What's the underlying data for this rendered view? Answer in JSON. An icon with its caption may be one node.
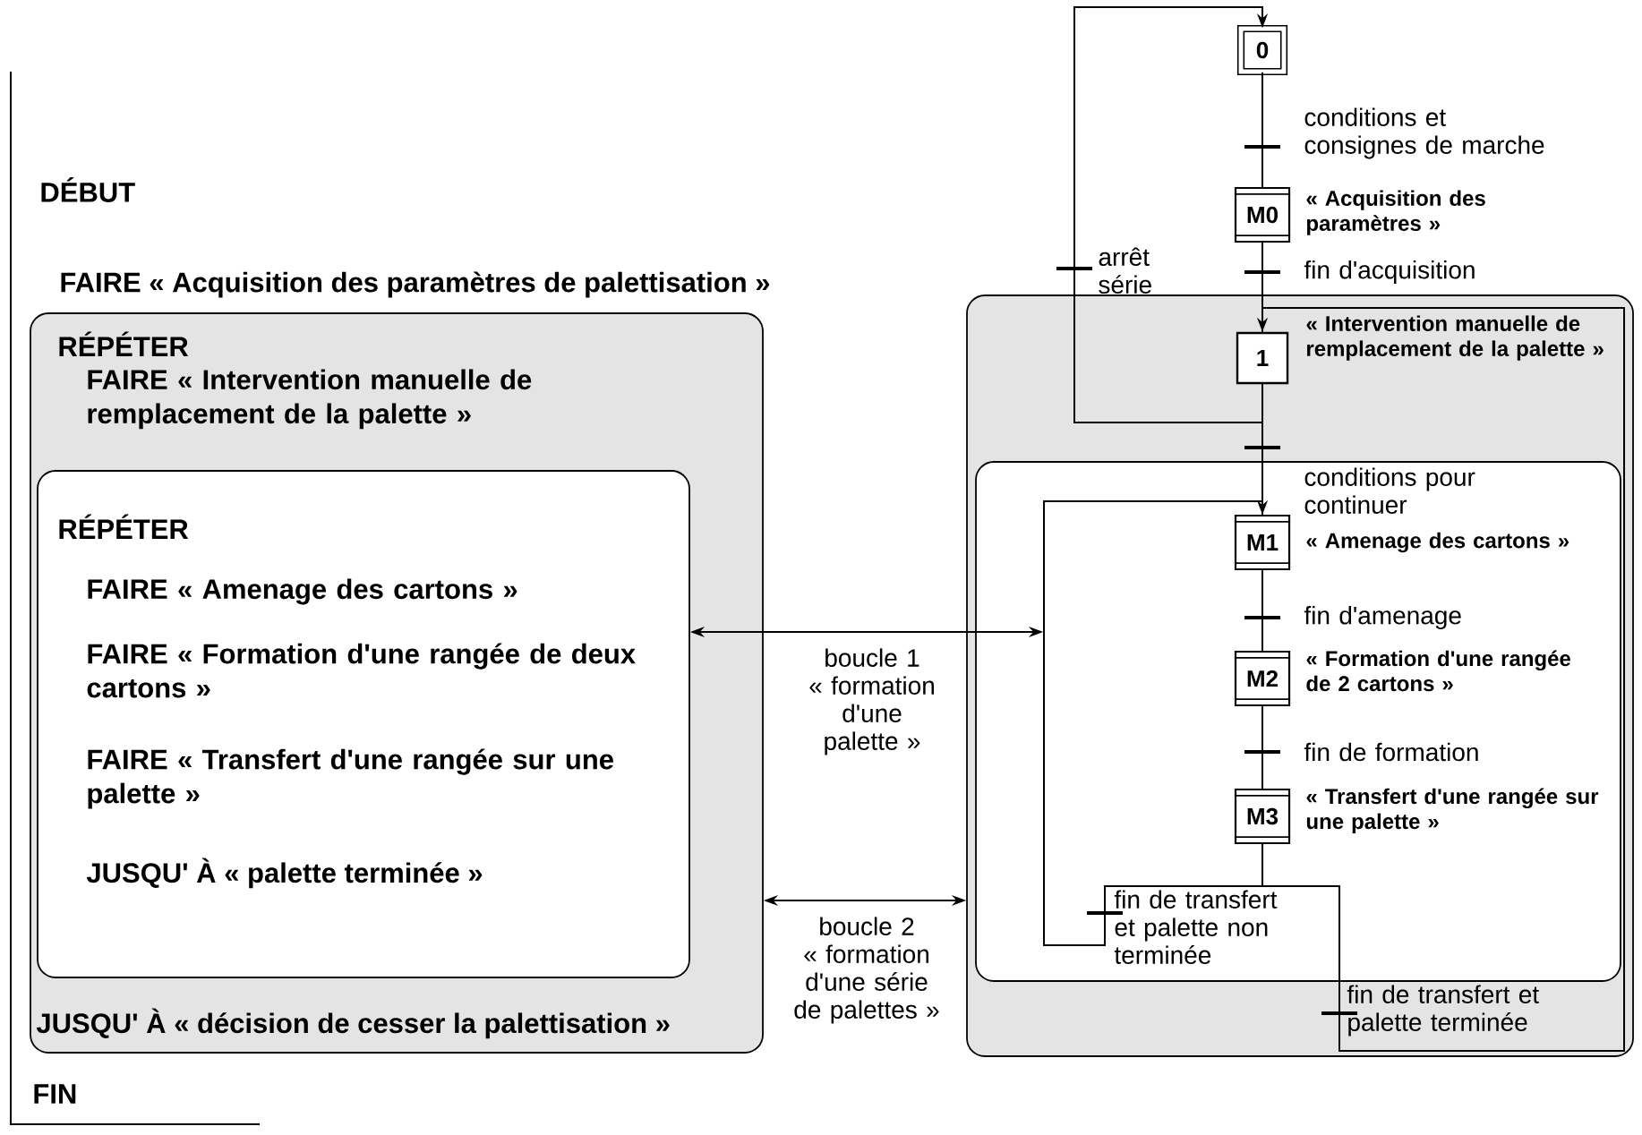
{
  "diagram": {
    "nodes": [
      {
        "text": [
          "RÉPÉTER",
          "FAIRE « Intervention manuelle de remplacement de la palette »",
          "JUSQU' À « décision de cesser la palettisation »"
        ]
      },
      {
        "text": [
          "RÉPÉTER",
          "FAIRE « Amenage des cartons »",
          "FAIRE « Formation d'une rangée de deux cartons »",
          "FAIRE « Transfert d'une rangée sur une palette »",
          "JUSQU' À « palette terminée »"
        ],
        "in": 0
      },
      {
        "text": [],
        "shape": "box"
      },
      {
        "text": [],
        "shape": "box",
        "in": 2
      },
      {
        "text": [
          "0"
        ]
      },
      {
        "text": [
          "M0"
        ],
        "beside": [
          "« Acquisition des paramètres »"
        ]
      },
      {
        "text": [
          "1"
        ],
        "beside": [
          "« Intervention manuelle de remplacement de la palette »"
        ],
        "in": 2
      },
      {
        "text": [
          "M1"
        ],
        "beside": [
          "« Amenage des cartons »"
        ],
        "in": 3
      },
      {
        "text": [
          "M2"
        ],
        "beside": [
          "« Formation d'une rangée de 2 cartons »"
        ],
        "in": 3
      },
      {
        "text": [
          "M3"
        ],
        "beside": [
          "« Transfert d'une rangée sur une palette »"
        ],
        "in": 3
      }
    ],
    "edges": [
      {
        "from": 4,
        "to": 5,
        "arrow": "none",
        "label": "conditions et consignes de marche"
      },
      {
        "from": 5,
        "to": 6,
        "arrow": "none",
        "label": "fin d'acquisition"
      },
      {
        "from": 6,
        "to": 7,
        "arrow": "none",
        "label": "conditions pour continuer"
      },
      {
        "from": 7,
        "to": 8,
        "arrow": "none",
        "label": "fin d'amenage"
      },
      {
        "from": 8,
        "to": 9,
        "arrow": "none",
        "label": "fin de formation"
      },
      {
        "from": 9,
        "to": 7,
        "arrow": "to",
        "label": "fin de transfert et palette non terminée"
      },
      {
        "from": 9,
        "to": 6,
        "arrow": "to",
        "label": "fin de transfert et palette terminée"
      },
      {
        "from": 6,
        "to": 4,
        "arrow": "to",
        "label": "arrêt série"
      },
      {
        "from": 1,
        "to": 3,
        "arrow": "both",
        "label": "boucle 1 « formation d'une palette »"
      },
      {
        "from": 0,
        "to": 2,
        "arrow": "both",
        "label": "boucle 2 « formation d'une série de palettes »"
      }
    ],
    "labels": [
      "DÉBUT",
      "FAIRE « Acquisition des paramètres de palettisation »",
      "FIN"
    ]
  }
}
